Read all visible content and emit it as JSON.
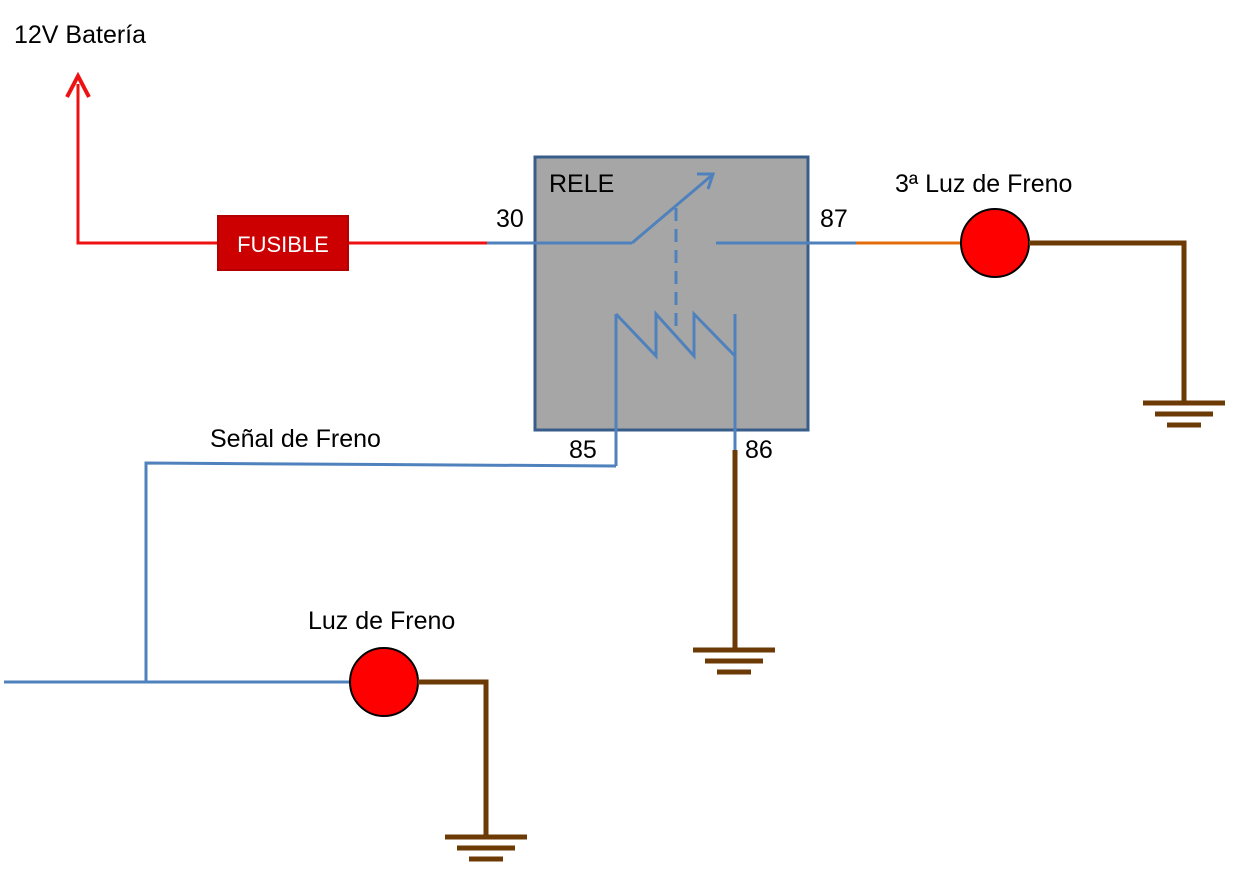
{
  "labels": {
    "battery": "12V Batería",
    "relay": "RELE",
    "pin30": "30",
    "pin87": "87",
    "pin85": "85",
    "pin86": "86",
    "fuse": "FUSIBLE",
    "third_brake_light": "3ª Luz de Freno",
    "brake_signal": "Señal de Freno",
    "brake_light": "Luz de Freno"
  },
  "colors": {
    "battery_wire": "#ee1111",
    "signal_wire": "#4f81bd",
    "ground_wire": "#6b3a05",
    "output_wire": "#e36c0a",
    "relay_fill": "#a6a6a6",
    "relay_border": "#385d8a",
    "fuse_fill": "#cc0000",
    "lamp_fill": "#ff0000"
  },
  "icons": {
    "ground": "ground-symbol-icon",
    "lamp": "lamp-icon",
    "arrow": "arrow-up-icon"
  }
}
